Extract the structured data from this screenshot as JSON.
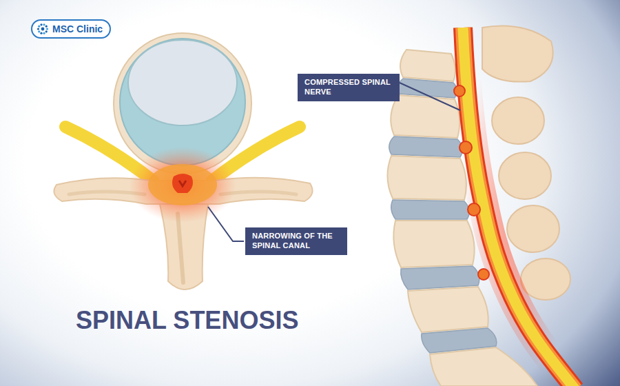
{
  "diagram": {
    "title": "SPINAL STENOSIS",
    "nodes": [
      {
        "text": [
          "MSC Clinic"
        ]
      },
      {
        "text": [
          "COMPRESSED SPINAL NERVE"
        ]
      },
      {
        "text": [
          "NARROWING OF THE SPINAL CANAL"
        ]
      }
    ]
  }
}
